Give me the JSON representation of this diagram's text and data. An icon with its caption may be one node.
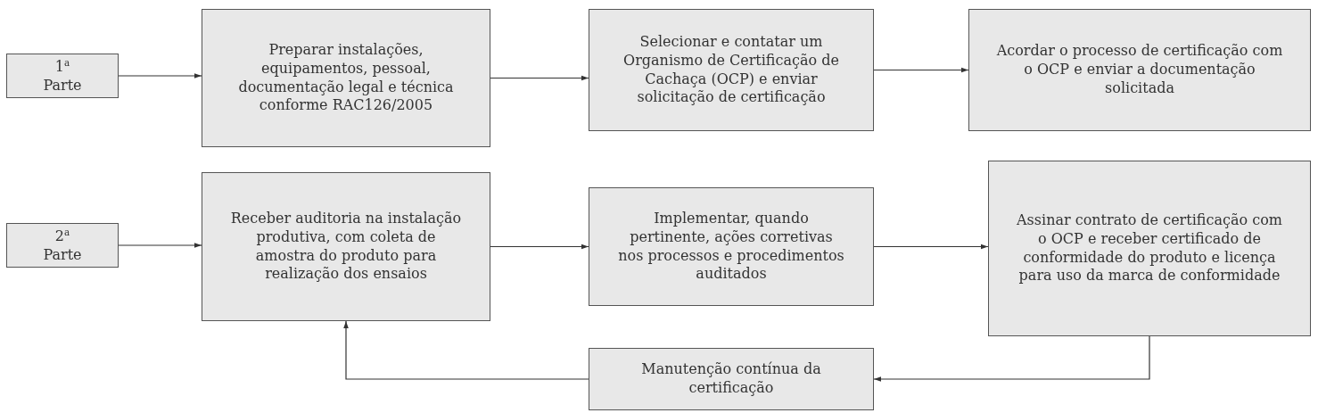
{
  "diagram": {
    "nodes": [
      {
        "text": [
          "1$^{a}$ Parte"
        ]
      },
      {
        "text": [
          "Preparar instalações, equipamentos, pessoal, documentação legal e técnica conforme RAC126/2005"
        ]
      },
      {
        "text": [
          "Selecionar e contatar um Organismo de Certificação de Cachaça (OCP) e enviar solicitação de certificação"
        ]
      },
      {
        "text": [
          "Acordar o processo de certificação com o OCP e enviar a documentação solicitada"
        ]
      },
      {
        "text": [
          "2$^{a}$ Parte"
        ]
      },
      {
        "text": [
          "Receber auditoria na instalação produtiva, com coleta de amostra do produto para realização dos ensaios"
        ]
      },
      {
        "text": [
          "Implementar, quando pertinente, ações corretivas nos processos e procedimentos auditados"
        ]
      },
      {
        "text": [
          "Assinar contrato de certificação com o OCP e receber certificado de conformidade do produto e licença para uso da marca de conformidade"
        ]
      },
      {
        "text": [
          "Manutenção contínua da certificação"
        ]
      }
    ],
    "edges": [
      {
        "from": 0,
        "to": 1,
        "arrow": "to"
      },
      {
        "from": 1,
        "to": 2,
        "arrow": "to"
      },
      {
        "from": 2,
        "to": 3,
        "arrow": "to"
      },
      {
        "from": 4,
        "to": 5,
        "arrow": "to"
      },
      {
        "from": 5,
        "to": 6,
        "arrow": "to"
      },
      {
        "from": 6,
        "to": 7,
        "arrow": "to"
      },
      {
        "from": 7,
        "to": 8,
        "arrow": "to"
      },
      {
        "from": 8,
        "to": 5,
        "arrow": "to"
      }
    ]
  }
}
